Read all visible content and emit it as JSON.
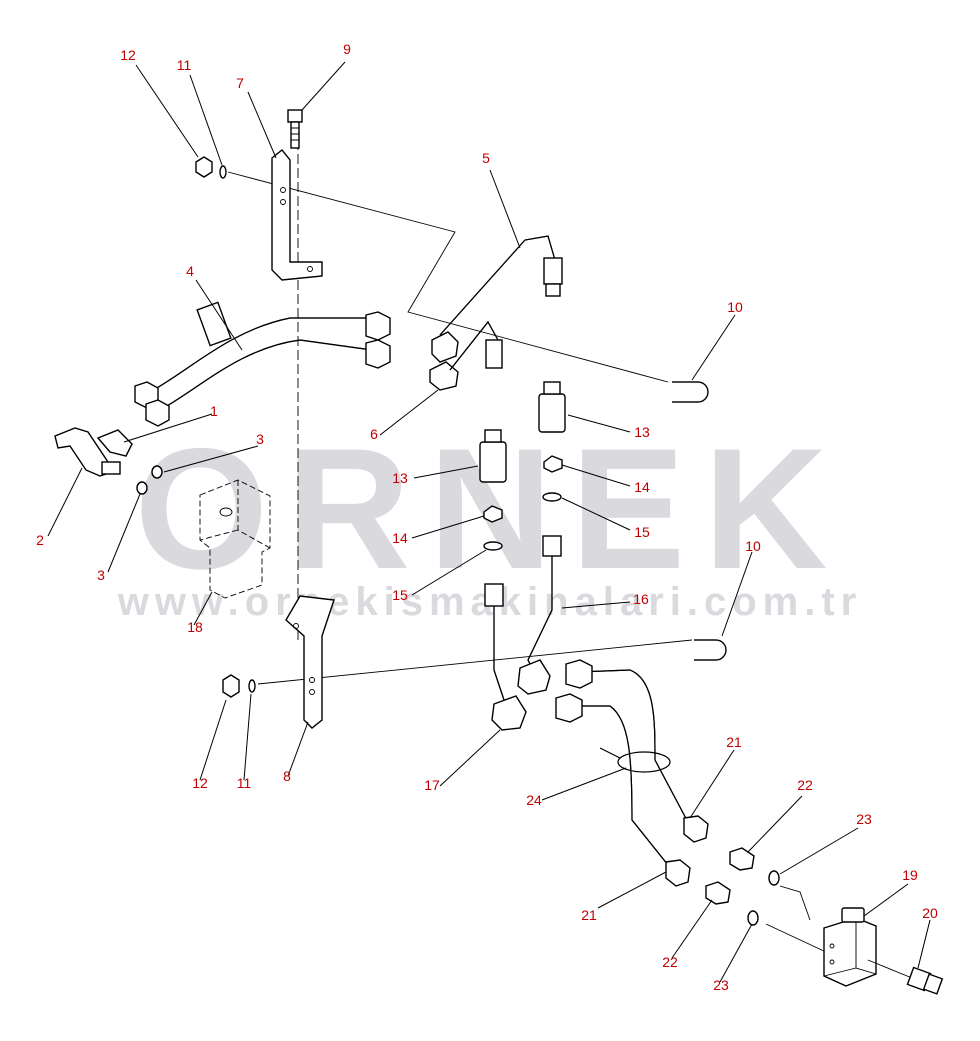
{
  "diagram": {
    "watermark": {
      "text": "ORNEK",
      "url": "www.ornekismakinalari.com.tr",
      "color": "#d9d9de"
    },
    "label_color": "#c00000",
    "line_color": "#000000",
    "callouts": [
      {
        "id": "c-12a",
        "text": "12"
      },
      {
        "id": "c-11a",
        "text": "11"
      },
      {
        "id": "c-7",
        "text": "7"
      },
      {
        "id": "c-9",
        "text": "9"
      },
      {
        "id": "c-5",
        "text": "5"
      },
      {
        "id": "c-4",
        "text": "4"
      },
      {
        "id": "c-10a",
        "text": "10"
      },
      {
        "id": "c-1",
        "text": "1"
      },
      {
        "id": "c-3a",
        "text": "3"
      },
      {
        "id": "c-6",
        "text": "6"
      },
      {
        "id": "c-13a",
        "text": "13"
      },
      {
        "id": "c-2",
        "text": "2"
      },
      {
        "id": "c-13b",
        "text": "13"
      },
      {
        "id": "c-14a",
        "text": "14"
      },
      {
        "id": "c-3b",
        "text": "3"
      },
      {
        "id": "c-14b",
        "text": "14"
      },
      {
        "id": "c-15a",
        "text": "15"
      },
      {
        "id": "c-10b",
        "text": "10"
      },
      {
        "id": "c-15b",
        "text": "15"
      },
      {
        "id": "c-16",
        "text": "16"
      },
      {
        "id": "c-18",
        "text": "18"
      },
      {
        "id": "c-21a",
        "text": "21"
      },
      {
        "id": "c-12b",
        "text": "12"
      },
      {
        "id": "c-11b",
        "text": "11"
      },
      {
        "id": "c-8",
        "text": "8"
      },
      {
        "id": "c-17",
        "text": "17"
      },
      {
        "id": "c-24",
        "text": "24"
      },
      {
        "id": "c-22a",
        "text": "22"
      },
      {
        "id": "c-23a",
        "text": "23"
      },
      {
        "id": "c-19",
        "text": "19"
      },
      {
        "id": "c-21b",
        "text": "21"
      },
      {
        "id": "c-20",
        "text": "20"
      },
      {
        "id": "c-22b",
        "text": "22"
      },
      {
        "id": "c-23b",
        "text": "23"
      }
    ]
  }
}
